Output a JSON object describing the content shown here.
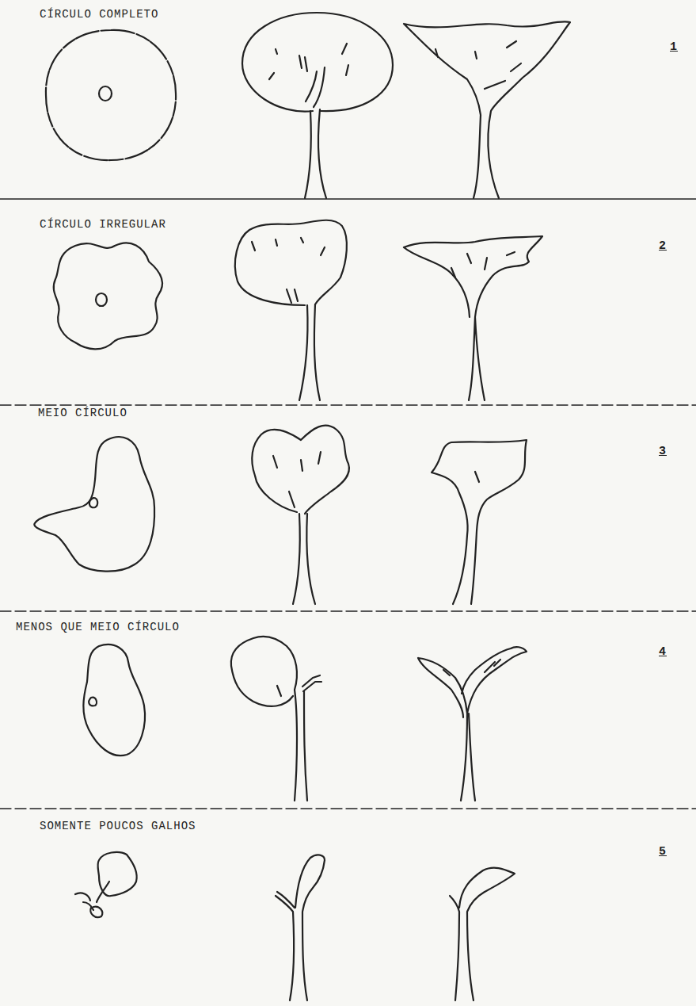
{
  "diagram": {
    "labels": [
      "CÍRCULO COMPLETO",
      "1",
      "CÍRCULO IRREGULAR",
      "2",
      "MEIO CÍRCULO",
      "3",
      "MENOS QUE MEIO CÍRCULO",
      "4",
      "SOMENTE POUCOS GALHOS",
      "5"
    ]
  }
}
